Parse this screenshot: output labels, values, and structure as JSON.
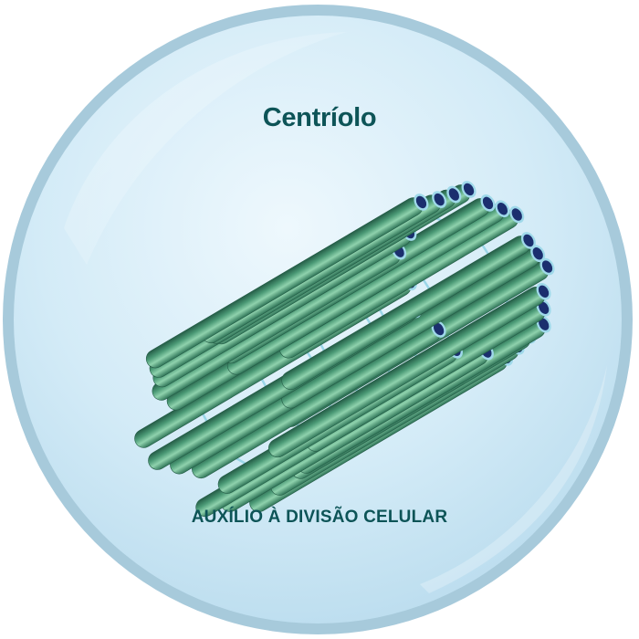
{
  "title": "Centríolo",
  "caption": "AUXÍLIO À DIVISÃO CELULAR",
  "colors": {
    "text": "#0d5457",
    "circle_rim": "#9fc5d8",
    "circle_fill": "#d6eef9",
    "tube": "#3f8f6c",
    "tube_highlight": "#8fd2ad",
    "tube_shadow": "#245c46",
    "tube_end": "#1b2f6e",
    "tube_end_rim": "#9fd9ea",
    "connector": "#9ad6e8"
  },
  "icons": [
    "centriole-illustration"
  ]
}
